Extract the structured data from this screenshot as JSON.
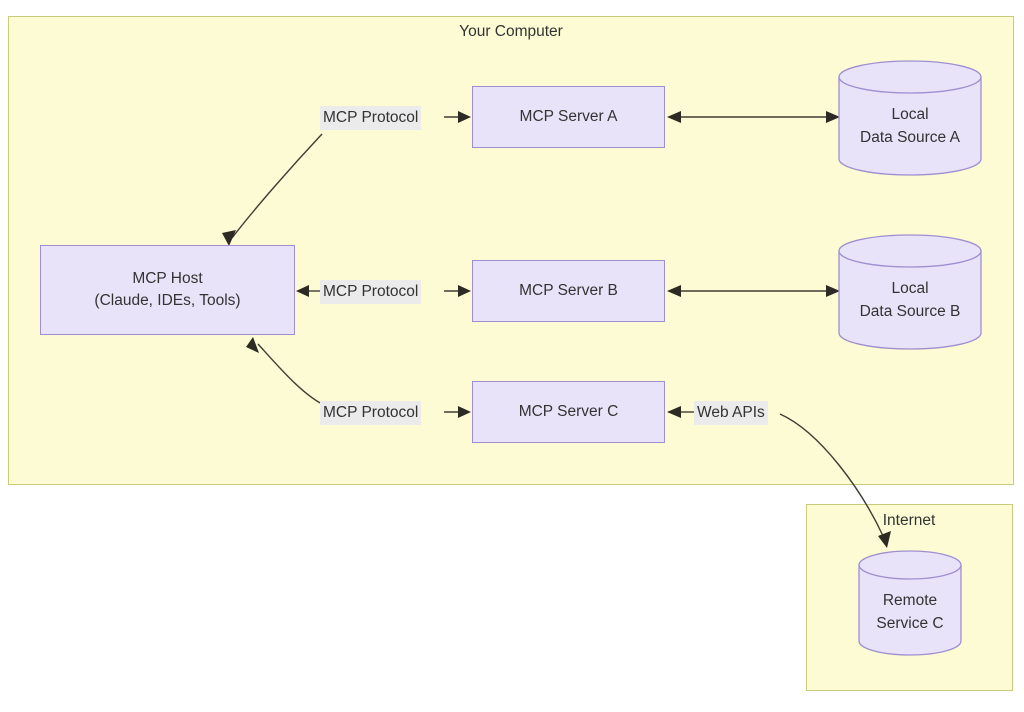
{
  "diagram": {
    "type": "architecture-flowchart",
    "title_hint": "Model Context Protocol architecture",
    "background_color": "#ffffff",
    "palette": {
      "group_fill": "#fdfbd4",
      "group_stroke": "#c8cc7a",
      "node_fill": "#e9e3f9",
      "node_stroke": "#9f8fd0",
      "edge_stroke": "#3f3d33",
      "edge_label_bg": "#ebebeb",
      "text_color": "#333333"
    }
  },
  "groups": [
    {
      "id": "your-computer",
      "label": "Your Computer"
    },
    {
      "id": "internet",
      "label": "Internet"
    }
  ],
  "nodes": [
    {
      "id": "mcp-host",
      "shape": "rect",
      "lines": [
        "MCP Host",
        "(Claude, IDEs, Tools)"
      ]
    },
    {
      "id": "mcp-server-a",
      "shape": "rect",
      "lines": [
        "MCP Server A"
      ]
    },
    {
      "id": "mcp-server-b",
      "shape": "rect",
      "lines": [
        "MCP Server B"
      ]
    },
    {
      "id": "mcp-server-c",
      "shape": "rect",
      "lines": [
        "MCP Server C"
      ]
    },
    {
      "id": "local-data-source-a",
      "shape": "cylinder",
      "lines": [
        "Local",
        "Data Source A"
      ]
    },
    {
      "id": "local-data-source-b",
      "shape": "cylinder",
      "lines": [
        "Local",
        "Data Source B"
      ]
    },
    {
      "id": "remote-service-c",
      "shape": "cylinder",
      "lines": [
        "Remote",
        "Service C"
      ]
    }
  ],
  "edges": [
    {
      "id": "host-server-a",
      "from": "mcp-host",
      "to": "mcp-server-a",
      "label": "MCP Protocol",
      "direction": "bidirectional"
    },
    {
      "id": "host-server-b",
      "from": "mcp-host",
      "to": "mcp-server-b",
      "label": "MCP Protocol",
      "direction": "bidirectional"
    },
    {
      "id": "host-server-c",
      "from": "mcp-host",
      "to": "mcp-server-c",
      "label": "MCP Protocol",
      "direction": "bidirectional"
    },
    {
      "id": "server-a-data-a",
      "from": "mcp-server-a",
      "to": "local-data-source-a",
      "label": "",
      "direction": "bidirectional"
    },
    {
      "id": "server-b-data-b",
      "from": "mcp-server-b",
      "to": "local-data-source-b",
      "label": "",
      "direction": "bidirectional"
    },
    {
      "id": "server-c-remote-c",
      "from": "mcp-server-c",
      "to": "remote-service-c",
      "label": "Web APIs",
      "direction": "bidirectional"
    }
  ],
  "labels": {
    "your_computer": "Your Computer",
    "internet": "Internet",
    "mcp_host_line1": "MCP Host",
    "mcp_host_line2": "(Claude, IDEs, Tools)",
    "mcp_server_a": "MCP Server A",
    "mcp_server_b": "MCP Server B",
    "mcp_server_c": "MCP Server C",
    "local_a_line1": "Local",
    "local_a_line2": "Data Source A",
    "local_b_line1": "Local",
    "local_b_line2": "Data Source B",
    "remote_c_line1": "Remote",
    "remote_c_line2": "Service C",
    "protocol_top": "MCP Protocol",
    "protocol_mid": "MCP Protocol",
    "protocol_bottom": "MCP Protocol",
    "web_apis": "Web APIs"
  }
}
